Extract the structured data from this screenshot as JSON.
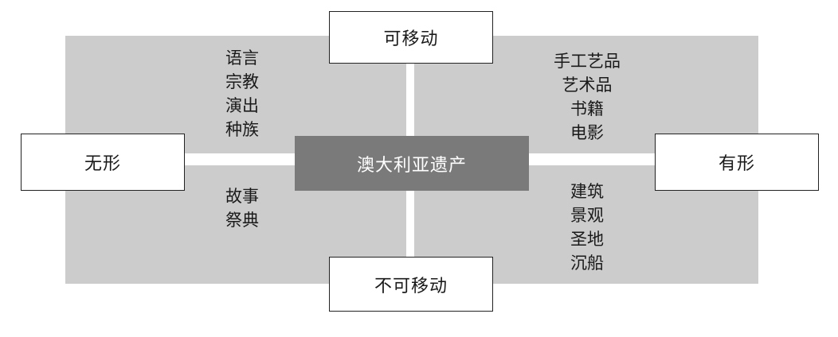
{
  "center": {
    "label": "澳大利亚遗产"
  },
  "axes": {
    "top": "可移动",
    "bottom": "不可移动",
    "left": "无形",
    "right": "有形"
  },
  "quadrants": {
    "top_left": [
      "语言",
      "宗教",
      "演出",
      "种族"
    ],
    "top_right": [
      "手工艺品",
      "艺术品",
      "书籍",
      "电影"
    ],
    "bottom_left": [
      "故事",
      "祭典"
    ],
    "bottom_right": [
      "建筑",
      "景观",
      "圣地",
      "沉船"
    ]
  },
  "colors": {
    "quadrant_fill": "#cccccc",
    "center_fill": "#7a7a7a",
    "center_text": "#ffffff",
    "box_border": "#222222"
  }
}
